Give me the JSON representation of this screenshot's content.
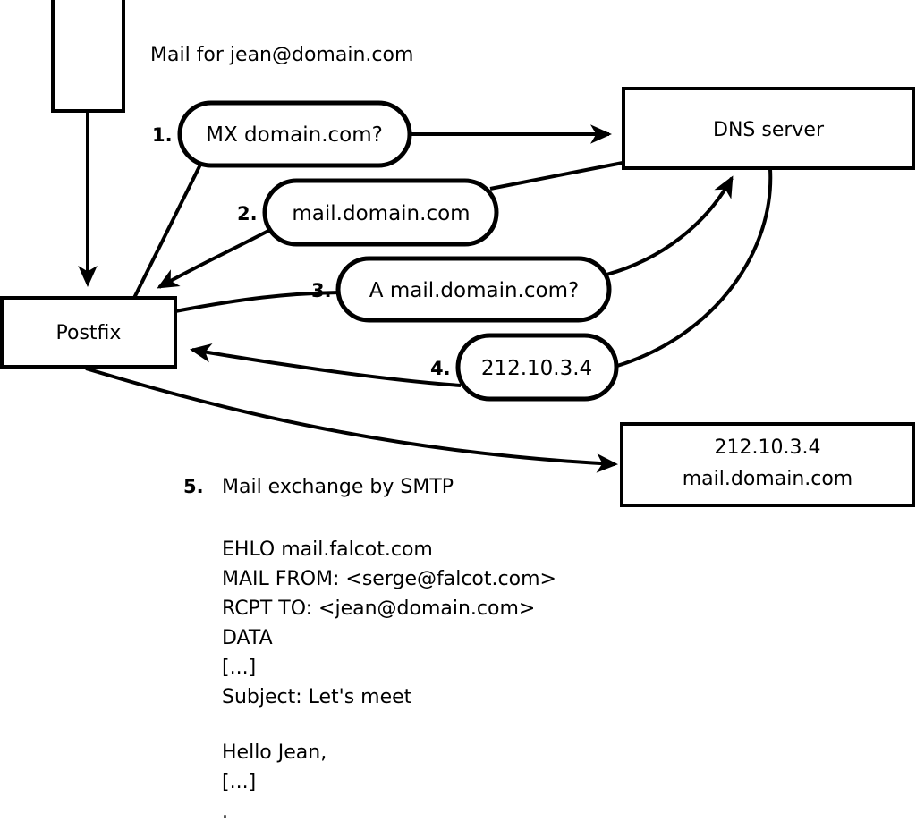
{
  "diagram": {
    "title_caption": "Mail for jean@domain.com",
    "nodes": [
      {
        "id": "sender-host",
        "label": ""
      },
      {
        "id": "postfix",
        "label": "Postfix"
      },
      {
        "id": "dns-server",
        "label": "DNS server"
      },
      {
        "id": "remote-mailserver",
        "line1": "212.10.3.4",
        "line2": "mail.domain.com"
      }
    ],
    "steps": [
      {
        "num": "1.",
        "message": "MX domain.com?"
      },
      {
        "num": "2.",
        "message": "mail.domain.com"
      },
      {
        "num": "3.",
        "message": "A mail.domain.com?"
      },
      {
        "num": "4.",
        "message": "212.10.3.4"
      },
      {
        "num": "5.",
        "message": "Mail exchange by SMTP"
      }
    ],
    "smtp_transcript": [
      "EHLO mail.falcot.com",
      "MAIL FROM: <serge@falcot.com>",
      "RCPT TO: <jean@domain.com>",
      "DATA",
      "[...]",
      "Subject: Let's meet",
      "",
      "Hello Jean,",
      "[...]",
      "."
    ],
    "colors": {
      "stroke": "#000000",
      "fill": "#ffffff",
      "background": "#ffffff"
    }
  }
}
